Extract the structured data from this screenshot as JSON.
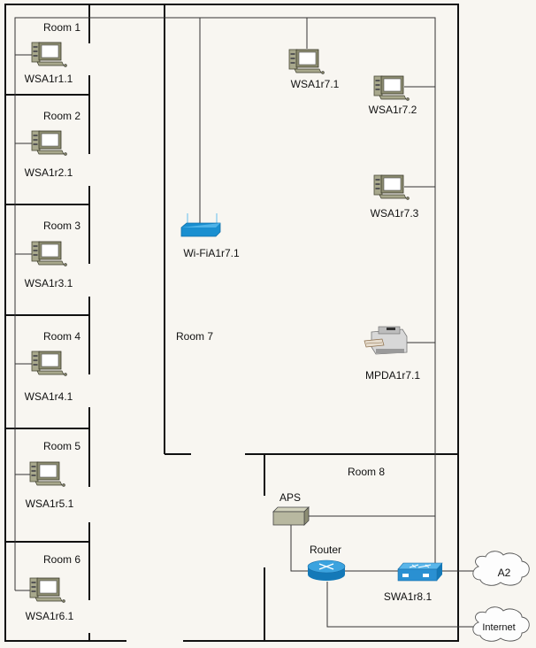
{
  "diagram": {
    "title": "Network floor plan",
    "rooms": [
      {
        "id": "room1",
        "label": "Room 1"
      },
      {
        "id": "room2",
        "label": "Room 2"
      },
      {
        "id": "room3",
        "label": "Room 3"
      },
      {
        "id": "room4",
        "label": "Room 4"
      },
      {
        "id": "room5",
        "label": "Room 5"
      },
      {
        "id": "room6",
        "label": "Room 6"
      },
      {
        "id": "room7",
        "label": "Room 7"
      },
      {
        "id": "room8",
        "label": "Room 8"
      }
    ],
    "devices": {
      "ws_r1": {
        "label": "WSA1r1.1",
        "type": "workstation",
        "room": "Room 1"
      },
      "ws_r2": {
        "label": "WSA1r2.1",
        "type": "workstation",
        "room": "Room 2"
      },
      "ws_r3": {
        "label": "WSA1r3.1",
        "type": "workstation",
        "room": "Room 3"
      },
      "ws_r4": {
        "label": "WSA1r4.1",
        "type": "workstation",
        "room": "Room 4"
      },
      "ws_r5": {
        "label": "WSA1r5.1",
        "type": "workstation",
        "room": "Room 5"
      },
      "ws_r6": {
        "label": "WSA1r6.1",
        "type": "workstation",
        "room": "Room 6"
      },
      "ws_r7_1": {
        "label": "WSA1r7.1",
        "type": "workstation",
        "room": "Room 7"
      },
      "ws_r7_2": {
        "label": "WSA1r7.2",
        "type": "workstation",
        "room": "Room 7"
      },
      "ws_r7_3": {
        "label": "WSA1r7.3",
        "type": "workstation",
        "room": "Room 7"
      },
      "wifi": {
        "label": "Wi-FiA1r7.1",
        "type": "wireless-access-point",
        "room": "Room 7"
      },
      "mfp": {
        "label": "MPDA1r7.1",
        "type": "multifunction-printer",
        "room": "Room 7"
      },
      "aps": {
        "label": "APS",
        "type": "ups",
        "room": "Room 8"
      },
      "router": {
        "label": "Router",
        "type": "router",
        "room": "Room 8"
      },
      "switch": {
        "label": "SWA1r8.1",
        "type": "switch",
        "room": "Room 8"
      },
      "cloud_a2": {
        "label": "A2",
        "type": "cloud"
      },
      "cloud_internet": {
        "label": "Internet",
        "type": "cloud"
      }
    },
    "colors": {
      "wall": "#111111",
      "cable": "#333333",
      "background": "#f8f6f1",
      "network_blue": "#1a8fd0",
      "workstation": "#a8a88c",
      "aps": "#b8b8a0"
    }
  }
}
